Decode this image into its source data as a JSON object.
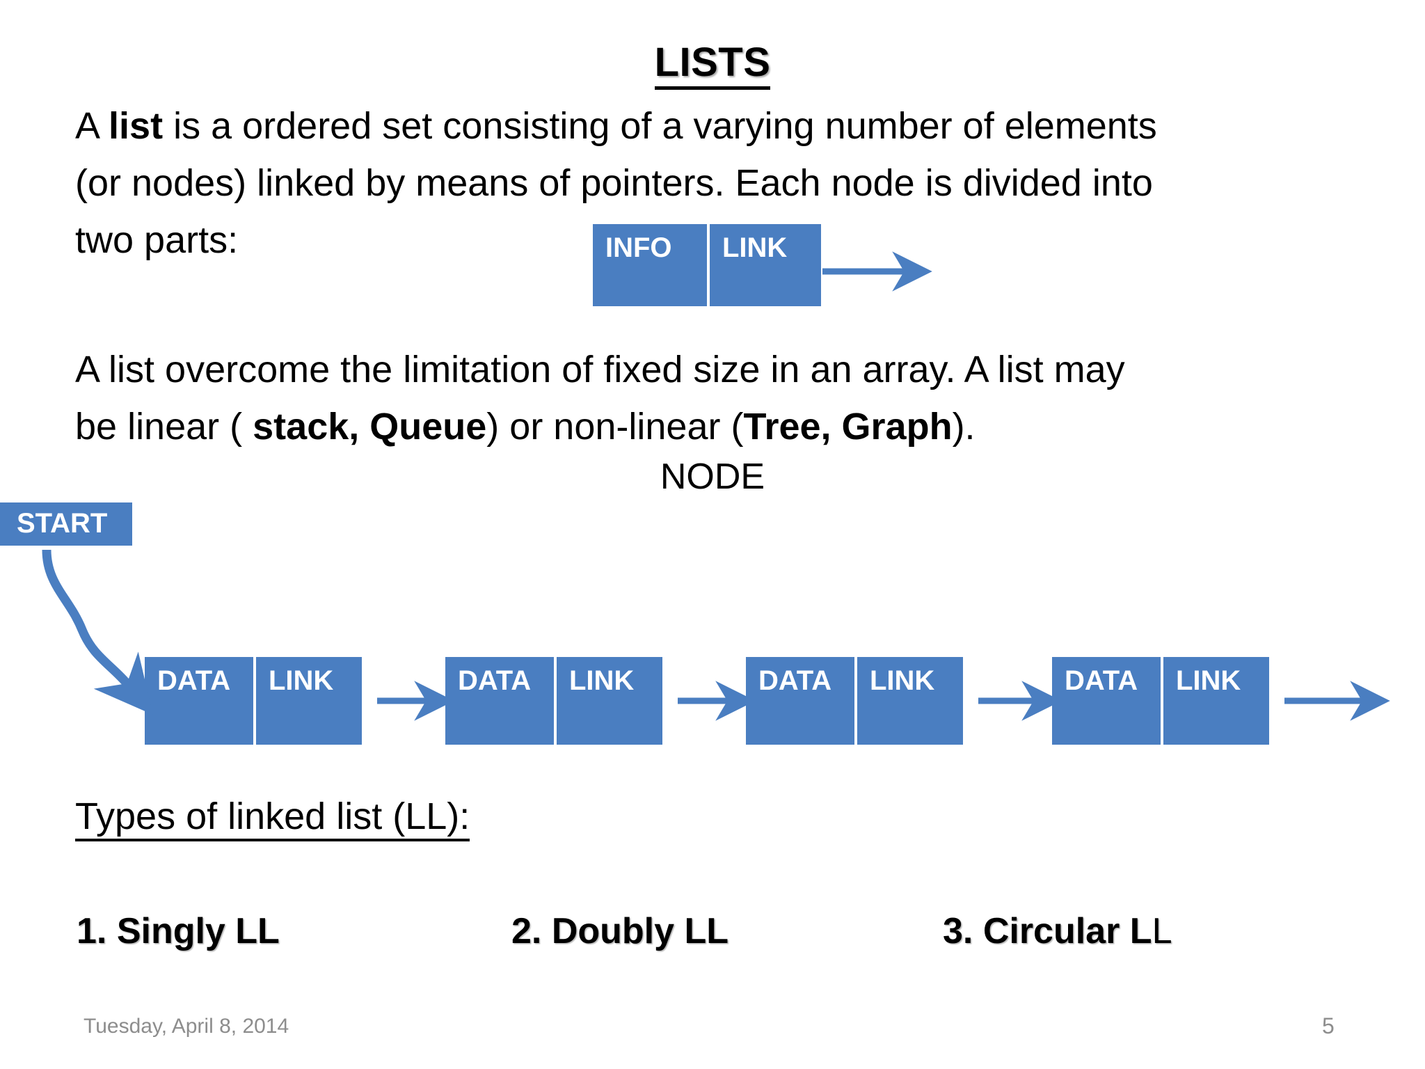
{
  "slide": {
    "title": "LISTS",
    "paragraph1": {
      "segments": [
        {
          "text": "A ",
          "bold": false
        },
        {
          "text": "list",
          "bold": true
        },
        {
          "text": " is a ordered set consisting of a varying number of elements (or nodes) linked by means of pointers. Each node is divided into two parts:",
          "bold": false
        }
      ],
      "line1": "A list is a ordered set consisting of a varying number of elements",
      "line2": "(or nodes) linked by means of pointers. Each node is divided into",
      "line3": "two parts:"
    },
    "paragraph2": {
      "segments": [
        {
          "text": "A list overcome the limitation of fixed size in an array. A list may be linear ( ",
          "bold": false
        },
        {
          "text": "stack, Queue",
          "bold": true
        },
        {
          "text": ") or non-linear (",
          "bold": false
        },
        {
          "text": "Tree, Graph",
          "bold": true
        },
        {
          "text": ").",
          "bold": false
        }
      ],
      "line1": "A list overcome the limitation of fixed size in an array. A list may",
      "line2a": "be linear ( ",
      "line2b": "stack, Queue",
      "line2c": ") or non-linear (",
      "line2d": "Tree, Graph",
      "line2e": ")."
    },
    "node_caption": "NODE",
    "demo_node": {
      "info_label": "INFO",
      "link_label": "LINK"
    },
    "start_label": "START",
    "chain_nodes": [
      {
        "data_label": "DATA",
        "link_label": "LINK"
      },
      {
        "data_label": "DATA",
        "link_label": "LINK"
      },
      {
        "data_label": "DATA",
        "link_label": "LINK"
      },
      {
        "data_label": "DATA",
        "link_label": "LINK"
      }
    ],
    "types_heading": "Types of linked list (LL):",
    "types": [
      {
        "label": "1. Singly LL"
      },
      {
        "label": "2. Doubly LL"
      },
      {
        "label": "3. Circular L",
        "tail": "L"
      }
    ],
    "footer": {
      "date": "Tuesday, April 8, 2014",
      "page": "5"
    },
    "colors": {
      "node_blue": "#4a7ec1",
      "text_black": "#000000",
      "footer_gray": "#8d8d8d",
      "background": "#ffffff"
    }
  }
}
